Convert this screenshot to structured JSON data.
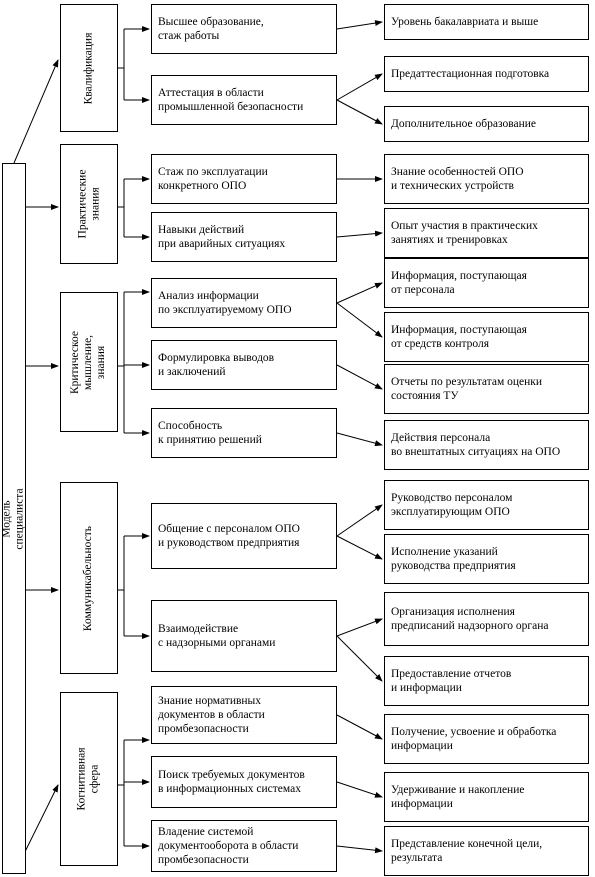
{
  "root": {
    "label": "Модель специалиста"
  },
  "categories": [
    {
      "label": "Квалификация",
      "items": [
        {
          "label": "Высшее образование,\nстаж работы",
          "results": [
            "Уровень бакалавриата и выше"
          ]
        },
        {
          "label": "Аттестация в области\nпромышленной безопасности",
          "results": [
            "Предаттестационная подготовка",
            "Дополнительное образование"
          ]
        }
      ]
    },
    {
      "label": "Практические\nзнания",
      "items": [
        {
          "label": "Стаж по эксплуатации\nконкретного ОПО",
          "results": [
            "Знание особенностей ОПО\nи технических устройств"
          ]
        },
        {
          "label": "Навыки действий\nпри аварийных ситуациях",
          "results": [
            "Опыт участия в практических\nзанятиях и тренировках"
          ]
        }
      ]
    },
    {
      "label": "Критическое\nмышление, знания",
      "items": [
        {
          "label": "Анализ информации\nпо эксплуатируемому ОПО",
          "results": [
            "Информация, поступающая\nот персонала",
            "Информация, поступающая\nот средств контроля"
          ]
        },
        {
          "label": "Формулировка выводов\nи заключений",
          "results": [
            "Отчеты по результатам оценки\nсостояния ТУ"
          ]
        },
        {
          "label": "Способность\nк принятию решений",
          "results": [
            "Действия персонала\nво внештатных ситуациях на ОПО"
          ]
        }
      ]
    },
    {
      "label": "Коммуникабельность",
      "items": [
        {
          "label": "Общение с персоналом ОПО\nи руководством предприятия",
          "results": [
            "Руководство персоналом\nэксплуатирующим ОПО",
            "Исполнение указаний\nруководства предприятия"
          ]
        },
        {
          "label": "Взаимодействие\nс надзорными органами",
          "results": [
            "Организация исполнения\nпредписаний надзорного органа",
            "Предоставление отчетов\nи информации"
          ]
        }
      ]
    },
    {
      "label": "Когнитивная сфера",
      "items": [
        {
          "label": "Знание нормативных\nдокументов в области\nпромбезопасности",
          "results": [
            "Получение, усвоение и обработка\nинформации"
          ]
        },
        {
          "label": "Поиск требуемых документов\nв информационных системах",
          "results": [
            "Удерживание и накопление\nинформации"
          ]
        },
        {
          "label": "Владение системой\nдокументооборота в области\nпромбезопасности",
          "results": [
            "Представление конечной цели,\nрезультата"
          ]
        }
      ]
    }
  ]
}
